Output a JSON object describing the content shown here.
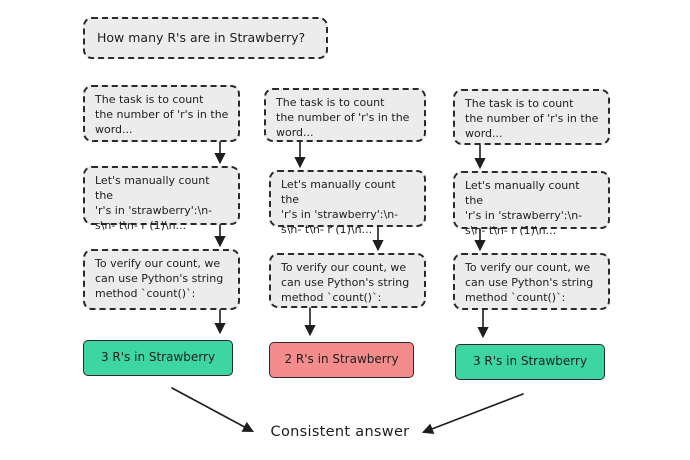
{
  "question": "How many R's are in Strawberry?",
  "columns": [
    {
      "step1": "The task is to count\nthe number of 'r's in the\nword...",
      "step2": "Let's manually count the\n'r's in 'strawberry':\\n-\ns\\n- t\\n- r (1)\\n...",
      "step3": "To verify our count, we\ncan use Python's string\nmethod `count()`:",
      "answer": "3 R's in Strawberry",
      "answer_color": "#3dd6a3"
    },
    {
      "step1": "The task is to count\nthe number of 'r's in the\nword...",
      "step2": "Let's manually count the\n'r's in 'strawberry':\\n-\ns\\n- t\\n- r (1)\\n...",
      "step3": "To verify our count, we\ncan use Python's string\nmethod `count()`:",
      "answer": "2 R's in Strawberry",
      "answer_color": "#f58c8c"
    },
    {
      "step1": "The task is to count\nthe number of 'r's in the\nword...",
      "step2": "Let's manually count the\n'r's in 'strawberry':\\n-\ns\\n- t\\n- r (1)\\n...",
      "step3": "To verify our count, we\ncan use Python's string\nmethod `count()`:",
      "answer": "3 R's in Strawberry",
      "answer_color": "#3dd6a3"
    }
  ],
  "conclusion": "Consistent answer"
}
